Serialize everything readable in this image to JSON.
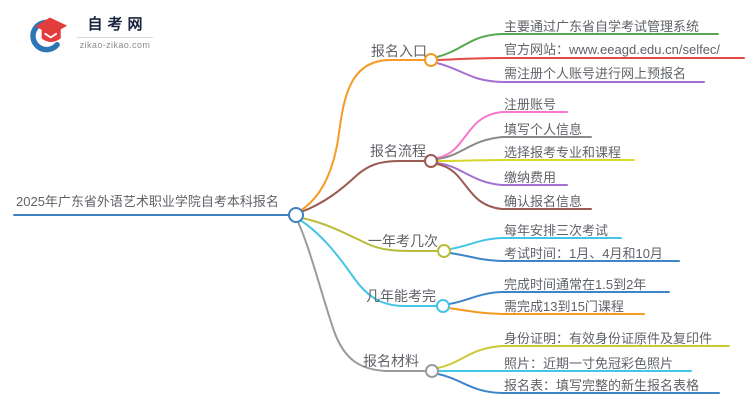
{
  "logo": {
    "title": "自考网",
    "domain": "zikao-zikao.com"
  },
  "root": {
    "label": "2025年广东省外语艺术职业学院自考本科报名",
    "color": "#3e7fc1"
  },
  "branches": [
    {
      "label": "报名入口",
      "color": "#f59a23",
      "children": [
        {
          "label": "主要通过广东省自学考试管理系统",
          "color": "#56a84e"
        },
        {
          "label": "官方网站：www.eeagd.edu.cn/selfec/",
          "color": "#e14b42"
        },
        {
          "label": "需注册个人账号进行网上预报名",
          "color": "#a571d0"
        }
      ]
    },
    {
      "label": "报名流程",
      "color": "#9a5b52",
      "children": [
        {
          "label": "注册账号",
          "color": "#f678cd"
        },
        {
          "label": "填写个人信息",
          "color": "#8a8a8a"
        },
        {
          "label": "选择报考专业和课程",
          "color": "#d6d62b"
        },
        {
          "label": "缴纳费用",
          "color": "#a571d0"
        },
        {
          "label": "确认报名信息",
          "color": "#9a5b52"
        }
      ]
    },
    {
      "label": "一年考几次",
      "color": "#b8bc38",
      "children": [
        {
          "label": "每年安排三次考试",
          "color": "#45c5e5"
        },
        {
          "label": "考试时间：1月、4月和10月",
          "color": "#3d85c8"
        }
      ]
    },
    {
      "label": "几年能考完",
      "color": "#45c5e5",
      "children": [
        {
          "label": "完成时间通常在1.5到2年",
          "color": "#3d85c8"
        },
        {
          "label": "需完成13到15门课程",
          "color": "#f59a23"
        }
      ]
    },
    {
      "label": "报名材料",
      "color": "#9b9b9b",
      "children": [
        {
          "label": "身份证明：有效身份证原件及复印件",
          "color": "#c9cb32"
        },
        {
          "label": "照片：近期一寸免冠彩色照片",
          "color": "#45c5e5"
        },
        {
          "label": "报名表：填写完整的新生报名表格",
          "color": "#3d85c8"
        }
      ]
    }
  ],
  "palette": {
    "root_blue": "#3e7fc1",
    "orange": "#f59a23",
    "brown": "#9a5b52",
    "olive": "#b8bc38",
    "cyan": "#45c5e5",
    "gray": "#9b9b9b",
    "green": "#56a84e",
    "red": "#e14b42",
    "purple": "#a571d0",
    "pink": "#f678cd",
    "yellow": "#d6d62b",
    "blue": "#3d85c8",
    "text": "#5f6368"
  }
}
